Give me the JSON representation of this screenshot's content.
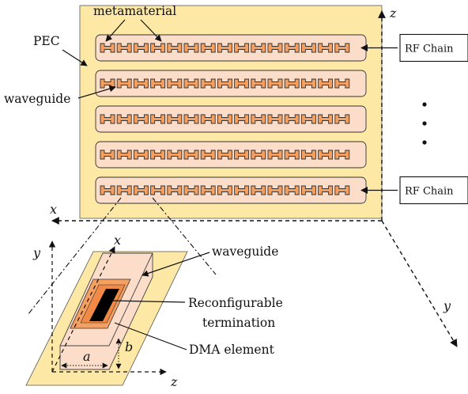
{
  "labels": {
    "metamaterial": "metamaterial",
    "pec": "PEC",
    "waveguide": "waveguide",
    "rf_chain": "RF Chain",
    "waveguide_inset": "waveguide",
    "reconfigurable_line1": "Reconfigurable",
    "reconfigurable_line2": "termination",
    "dma_element": "DMA element"
  },
  "axes": {
    "main_z": "z",
    "main_x": "x",
    "main_y": "y",
    "inset_x": "x",
    "inset_y": "y",
    "inset_z": "z",
    "dim_a": "a",
    "dim_b": "b"
  },
  "rf_chain_rows": [
    0,
    4
  ],
  "waveguide_rows": 5,
  "elements_per_row": 15,
  "colors": {
    "panel": "#fde8a6",
    "waveguide": "#fbddc9",
    "element": "#f5a060",
    "slot": "#000000",
    "line": "#111111"
  }
}
